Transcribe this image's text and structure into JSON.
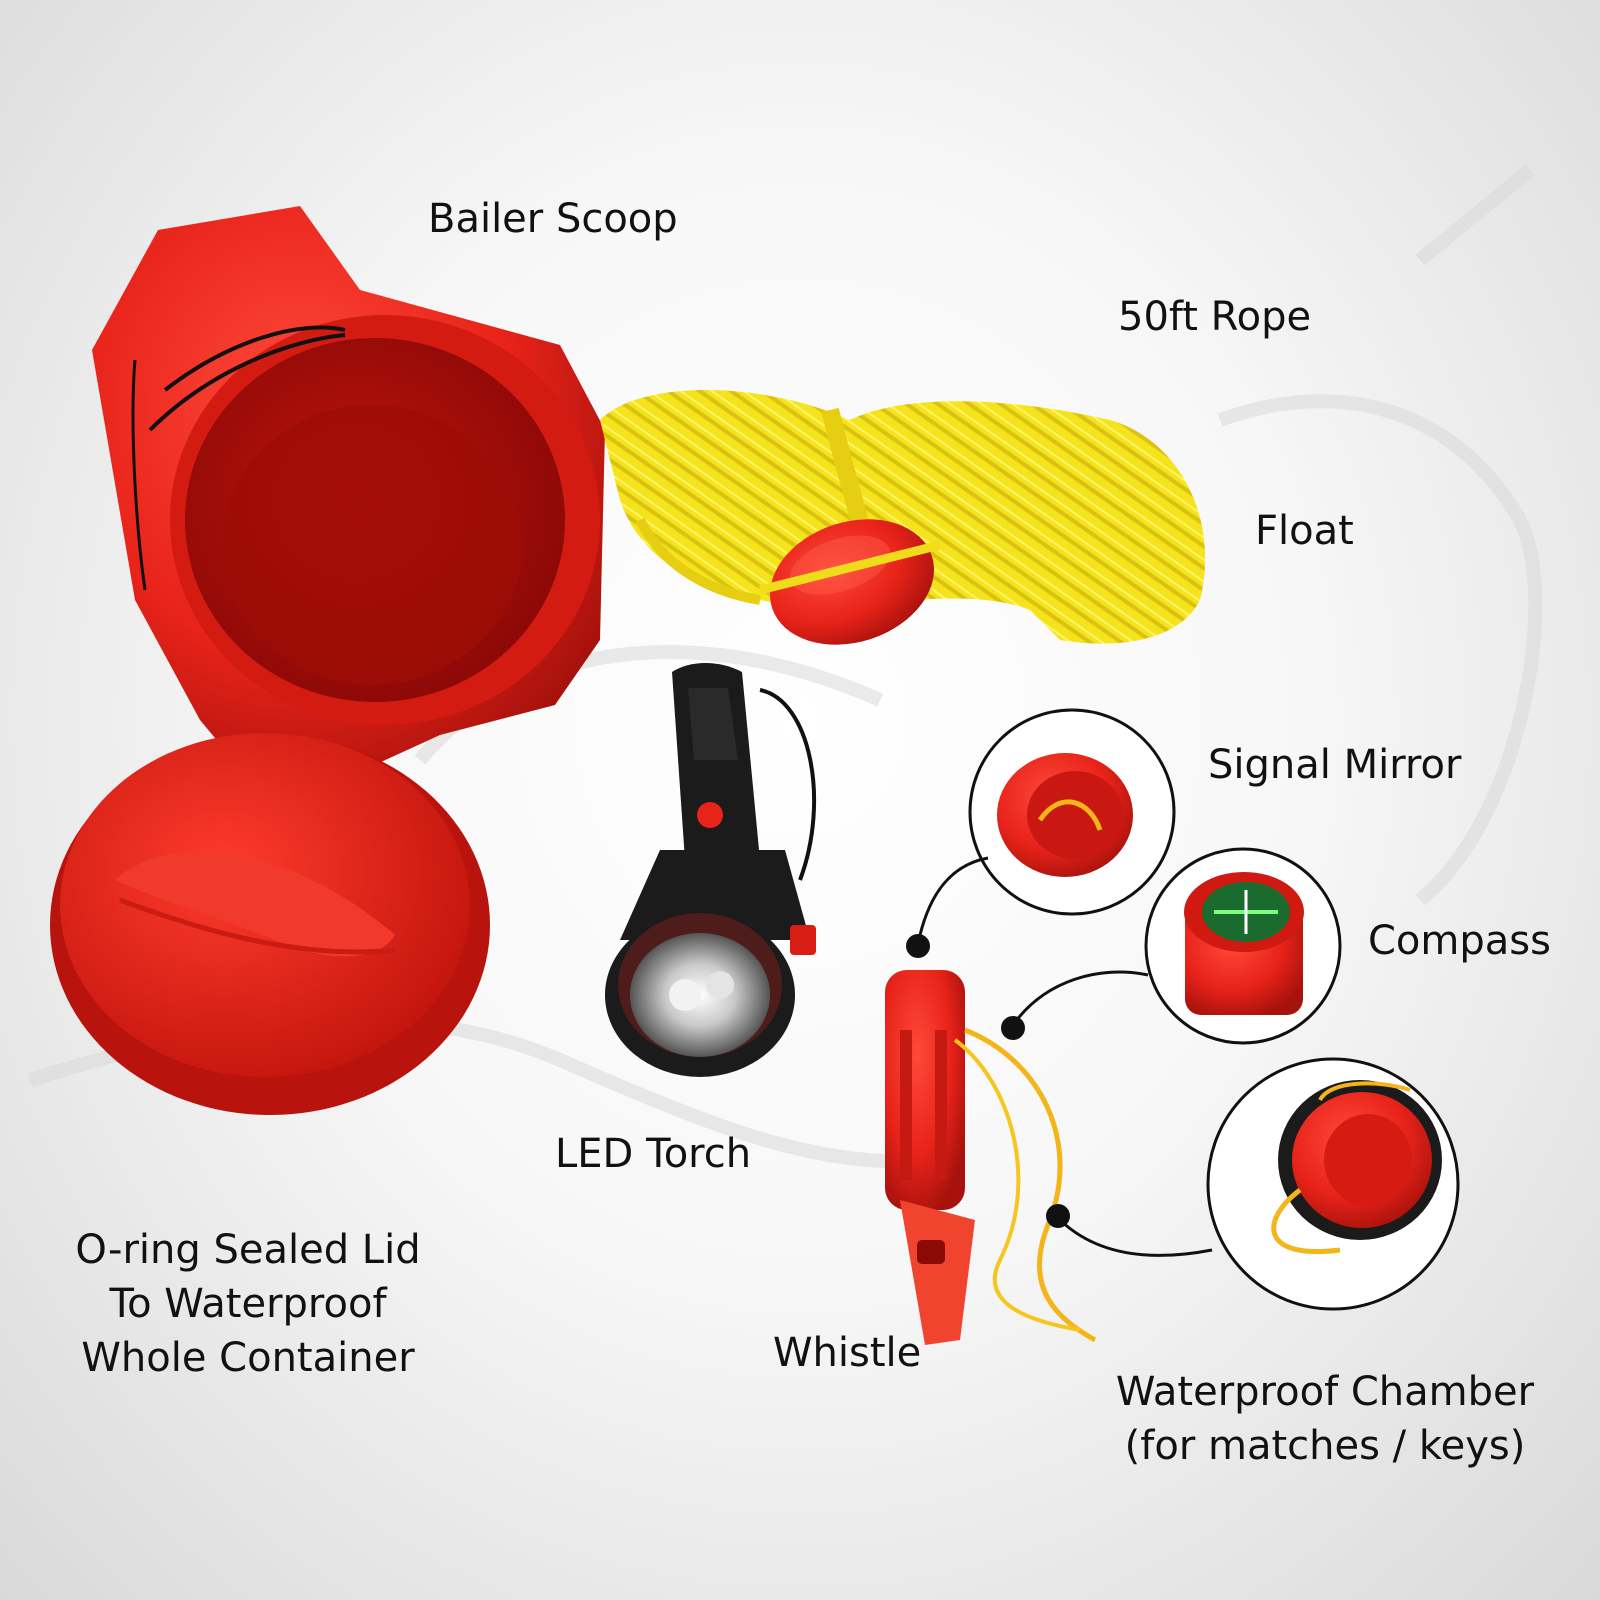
{
  "labels": {
    "bailer_scoop": "Bailer Scoop",
    "rope": "50ft Rope",
    "float": "Float",
    "signal_mirror": "Signal Mirror",
    "compass": "Compass",
    "led_torch": "LED Torch",
    "lid": [
      "O-ring Sealed Lid",
      "To Waterproof",
      "Whole Container"
    ],
    "whistle": "Whistle",
    "chamber": [
      "Waterproof Chamber",
      "(for matches / keys)"
    ]
  },
  "colors": {
    "container_red": "#e8231a",
    "container_dark": "#a40c08",
    "rope_yellow": "#f3e21a",
    "torch_black": "#1b1b1b",
    "label_text": "#111111"
  },
  "icons": [
    "connector-dot-icon"
  ]
}
